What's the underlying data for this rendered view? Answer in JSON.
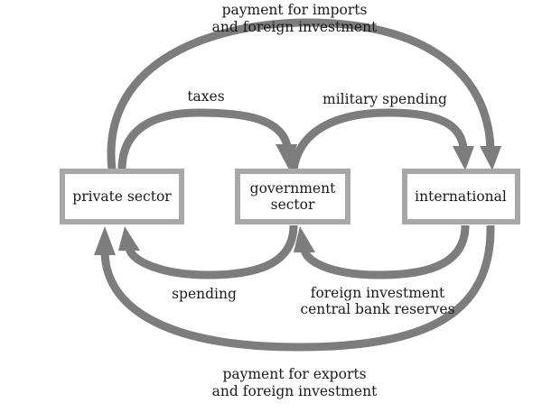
{
  "nodes": {
    "private": {
      "label": "private sector"
    },
    "government": {
      "label_line1": "government",
      "label_line2": "sector"
    },
    "international": {
      "label": "international"
    }
  },
  "flows": {
    "imports": {
      "line1": "payment for imports",
      "line2": "and foreign investment"
    },
    "taxes": {
      "label": "taxes"
    },
    "military": {
      "label": "military spending"
    },
    "spending": {
      "label": "spending"
    },
    "reserves": {
      "line1": "foreign investment",
      "line2": "central bank reserves"
    },
    "exports": {
      "line1": "payment for exports",
      "line2": "and foreign investment"
    }
  },
  "colors": {
    "arrow": "#7d7d7d",
    "box_border": "#a8a8a8",
    "text": "#1a1a1a"
  }
}
